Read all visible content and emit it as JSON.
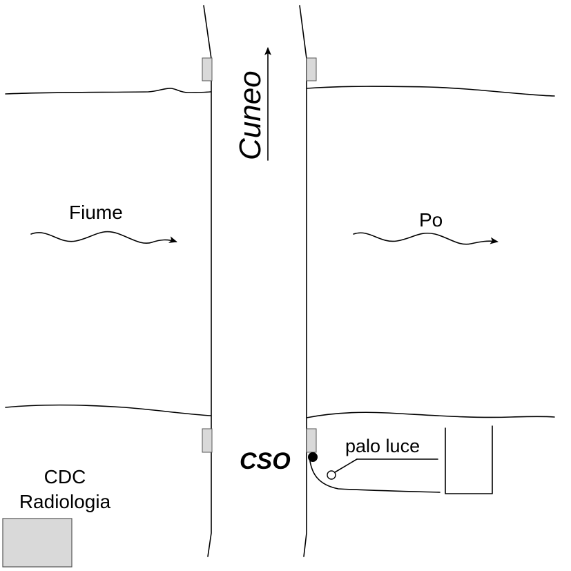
{
  "labels": {
    "river_left": "Fiume",
    "river_right": "Po",
    "direction": "Cuneo",
    "site": "CSO",
    "pole": "palo luce",
    "building_line1": "CDC",
    "building_line2": "Radiologia"
  },
  "colors": {
    "ink": "#000000",
    "pier_fill": "#d9d9d9",
    "building_fill": "#d9d9d9",
    "building_stroke": "#555555",
    "background": "#ffffff"
  },
  "icons": {
    "direction_arrow": "arrow-up-icon",
    "flow_arrow": "wavy-arrow-right-icon",
    "site_marker": "filled-dot-icon",
    "pole_marker": "hollow-circle-icon"
  }
}
